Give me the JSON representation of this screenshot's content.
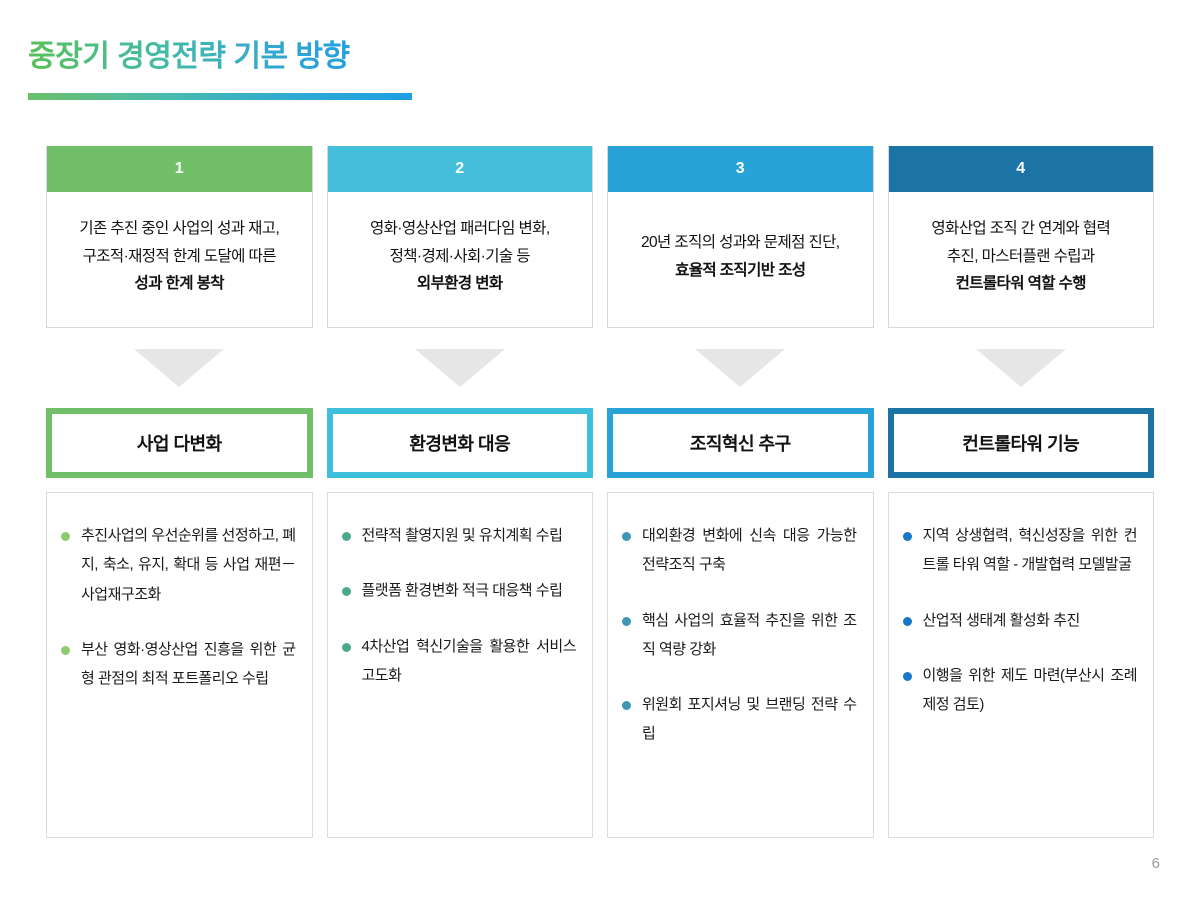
{
  "slide": {
    "title": "중장기 경영전략 기본 방향",
    "page_number": "6",
    "title_gradient_start": "#58c05a",
    "title_gradient_end": "#229fe0"
  },
  "columns": [
    {
      "number": "1",
      "header_color": "#72bf6a",
      "accent_color": "#72bf6a",
      "bullet_color": "#8cc96f",
      "driver_lines": [
        {
          "text": "기존 추진 중인 사업의 성과 재고,",
          "bold": false
        },
        {
          "text": "구조적·재정적 한계 도달에 따른",
          "bold": false
        },
        {
          "text": "성과 한계 봉착",
          "bold": true
        }
      ],
      "strategy_label": "사업 다변화",
      "bullets": [
        "추진사업의 우선순위를 선정하고, 폐지, 축소, 유지, 확대 등 사업 재편－사업재구조화",
        "부산 영화·영상산업 진흥을 위한 균형 관점의 최적 포트폴리오 수립"
      ]
    },
    {
      "number": "2",
      "header_color": "#45bedb",
      "accent_color": "#3ec0dd",
      "bullet_color": "#4aa88f",
      "driver_lines": [
        {
          "text": "영화·영상산업 패러다임 변화,",
          "bold": false
        },
        {
          "text": "정책·경제·사회·기술 등",
          "bold": false
        },
        {
          "text": "외부환경 변화",
          "bold": true
        }
      ],
      "strategy_label": "환경변화 대응",
      "bullets": [
        "전략적 촬영지원 및 유치계획 수립",
        "플랫폼 환경변화 적극 대응책 수립",
        "4차산업  혁신기술을  활용한 서비스 고도화"
      ]
    },
    {
      "number": "3",
      "header_color": "#27a3d8",
      "accent_color": "#27a3d8",
      "bullet_color": "#3c96b4",
      "driver_lines": [
        {
          "text": "20년 조직의 성과와 문제점 진단,",
          "bold": false
        },
        {
          "text": "효율적 조직기반 조성",
          "bold": true
        }
      ],
      "strategy_label": "조직혁신 추구",
      "bullets": [
        "대외환경 변화에 신속 대응 가능한 전략조직 구축",
        "핵심 사업의 효율적 추진을 위한 조직 역량 강화",
        "위원회 포지셔닝 및 브랜딩 전략 수립"
      ]
    },
    {
      "number": "4",
      "header_color": "#1b74a4",
      "accent_color": "#1b74a4",
      "bullet_color": "#1878c8",
      "driver_lines": [
        {
          "text": "영화산업 조직 간 연계와 협력",
          "bold": false
        },
        {
          "text": "추진,  마스터플랜 수립과",
          "bold": false
        },
        {
          "text": "컨트롤타워 역할 수행",
          "bold": true
        }
      ],
      "strategy_label": "컨트롤타워 기능",
      "bullets": [
        "지역 상생협력, 혁신성장을 위한 컨트롤 타워 역할 - 개발협력 모델발굴",
        "산업적 생태계 활성화 추진",
        "이행을 위한 제도 마련(부산시 조례 제정 검토)"
      ]
    }
  ]
}
